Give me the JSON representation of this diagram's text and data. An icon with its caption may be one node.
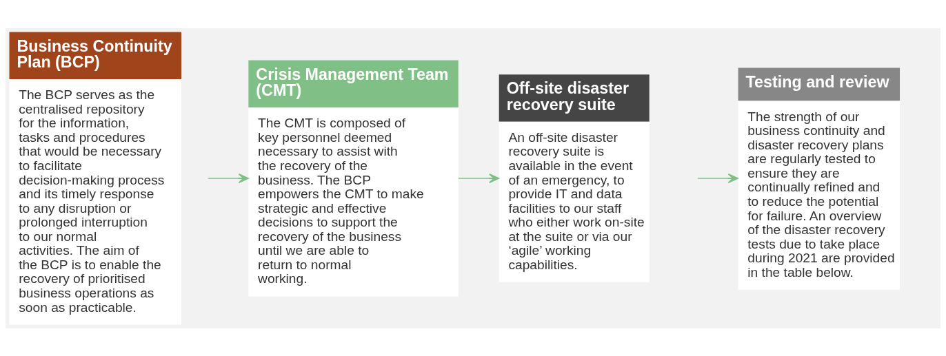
{
  "diagram": {
    "nodes": [
      {
        "text": [
          "Business Continuity Plan (BCP)",
          "The BCP serves as the centralised repository for the information, tasks and procedures that would be necessary to facilitate decision-making process and its timely response to any disruption or prolonged interruption to our normal activities. The aim of the BCP is to enable the recovery of prioritised business operations as soon as practicable."
        ]
      },
      {
        "text": [
          "Crisis Management Team (CMT)",
          "The CMT is composed of key personnel deemed necessary to assist with the recovery of the business. The BCP empowers the CMT to make strategic and effective decisions to support the recovery of the business until we are able to return to normal working."
        ]
      },
      {
        "text": [
          "Off-site disaster recovery suite",
          "An off-site disaster recovery suite is available in the event of an emergency, to provide IT and data facilities to our staff who either work on-site at the suite or via our ‘agile’ working capabilities."
        ]
      },
      {
        "text": [
          "Testing and review",
          "The strength of our business continuity and disaster recovery plans are regularly tested to ensure they are continually refined and to reduce the potential for failure. An overview of the disaster recovery tests due to take place during 2021 are provided in the table below."
        ]
      }
    ],
    "edges": [
      {
        "from": 0,
        "to": 1,
        "arrow": "to"
      },
      {
        "from": 1,
        "to": 2,
        "arrow": "to"
      },
      {
        "from": 2,
        "to": 3,
        "arrow": "to"
      }
    ]
  }
}
